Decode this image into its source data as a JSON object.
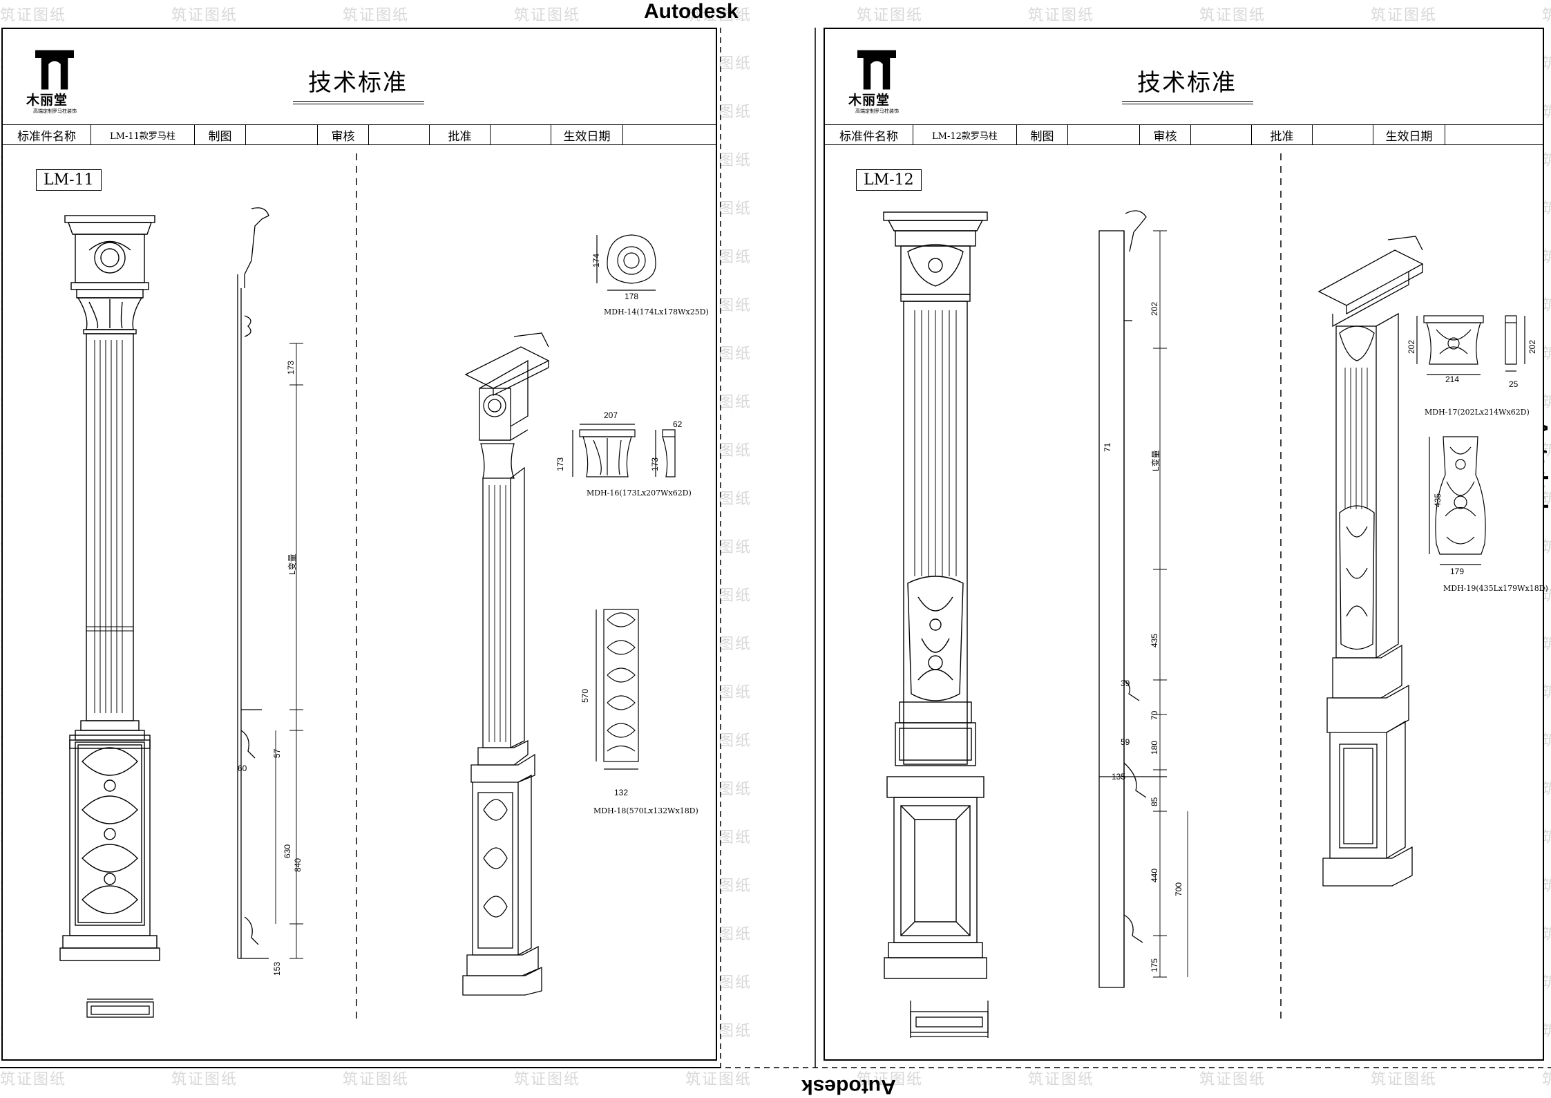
{
  "watermark": "筑证图纸",
  "autodesk": "Autodesk",
  "sheets": [
    {
      "logo_name": "木丽堂",
      "logo_tagline": "高端定制罗马柱装饰",
      "title": "技术标准",
      "info_labels": [
        "标准件名称",
        "制图",
        "审核",
        "批准",
        "生效日期"
      ],
      "part_name": "LM-11款罗马柱",
      "drawing_id": "LM-11",
      "parts": [
        {
          "label": "MDH-14(174Lx178Wx25D)",
          "dims": [
            "174",
            "178"
          ]
        },
        {
          "label": "MDH-16(173Lx207Wx62D)",
          "dims": [
            "207",
            "62",
            "173",
            "173"
          ]
        },
        {
          "label": "MDH-18(570Lx132Wx18D)",
          "dims": [
            "570",
            "132"
          ]
        }
      ],
      "side_dims": [
        "173",
        "L变量",
        "57",
        "60",
        "630",
        "840",
        "153"
      ]
    },
    {
      "logo_name": "木丽堂",
      "logo_tagline": "高端定制罗马柱装饰",
      "title": "技术标准",
      "info_labels": [
        "标准件名称",
        "制图",
        "审核",
        "批准",
        "生效日期"
      ],
      "part_name": "LM-12款罗马柱",
      "drawing_id": "LM-12",
      "parts": [
        {
          "label": "MDH-17(202Lx214Wx62D)",
          "dims": [
            "202",
            "214",
            "202",
            "25"
          ]
        },
        {
          "label": "MDH-19(435Lx179Wx18D)",
          "dims": [
            "435",
            "179"
          ]
        }
      ],
      "side_dims": [
        "202",
        "71",
        "L变量",
        "435",
        "39",
        "70",
        "59",
        "180",
        "135",
        "85",
        "440",
        "700",
        "175"
      ]
    }
  ]
}
